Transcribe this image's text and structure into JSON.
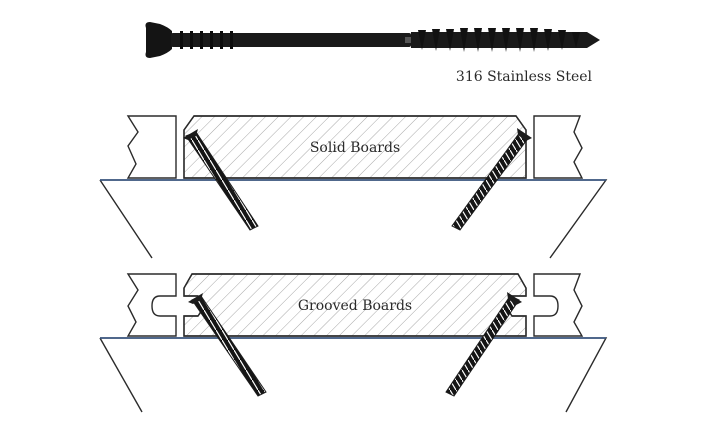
{
  "screw": {
    "caption": "316 Stainless Steel",
    "icon": "deck-screw-icon"
  },
  "diagrams": [
    {
      "id": "solid",
      "label": "Solid Boards"
    },
    {
      "id": "grooved",
      "label": "Grooved Boards"
    }
  ],
  "colors": {
    "line": "#2b2b2b",
    "screw": "#1c1c1c",
    "hatch": "#9a9a9a",
    "joist_top": "#3a5a8a",
    "background": "#ffffff"
  }
}
